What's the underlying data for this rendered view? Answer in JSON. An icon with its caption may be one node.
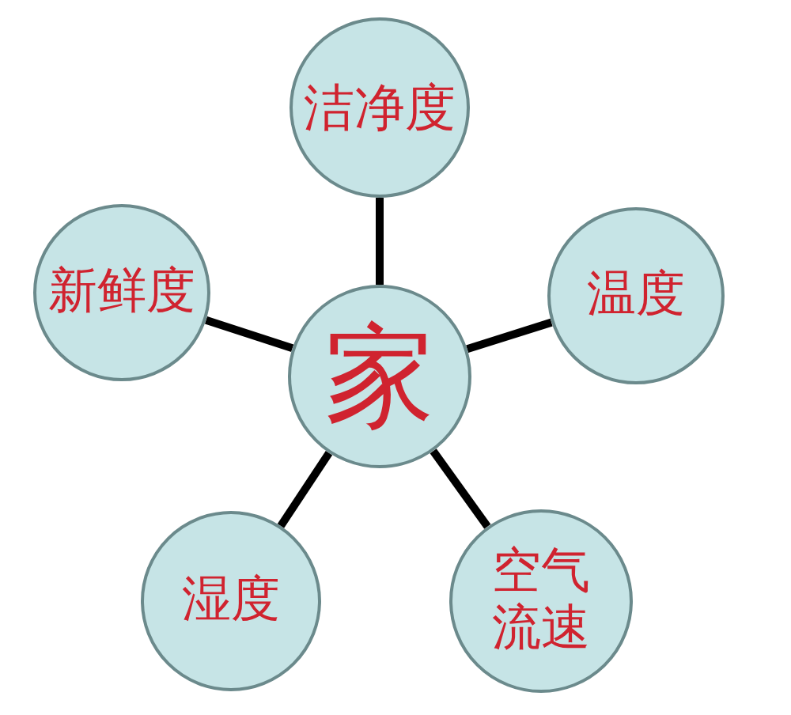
{
  "diagram": {
    "nodes": [
      {
        "text": [
          "洁净度"
        ]
      },
      {
        "text": [
          "新鲜度"
        ]
      },
      {
        "text": [
          "温度"
        ]
      },
      {
        "text": [
          "家"
        ]
      },
      {
        "text": [
          "湿度"
        ]
      },
      {
        "text": [
          "空气流速"
        ]
      }
    ],
    "edges": [
      {
        "from": 3,
        "to": 0,
        "arrow": "none"
      },
      {
        "from": 3,
        "to": 1,
        "arrow": "none"
      },
      {
        "from": 3,
        "to": 2,
        "arrow": "none"
      },
      {
        "from": 3,
        "to": 4,
        "arrow": "none"
      },
      {
        "from": 3,
        "to": 5,
        "arrow": "none"
      }
    ]
  }
}
